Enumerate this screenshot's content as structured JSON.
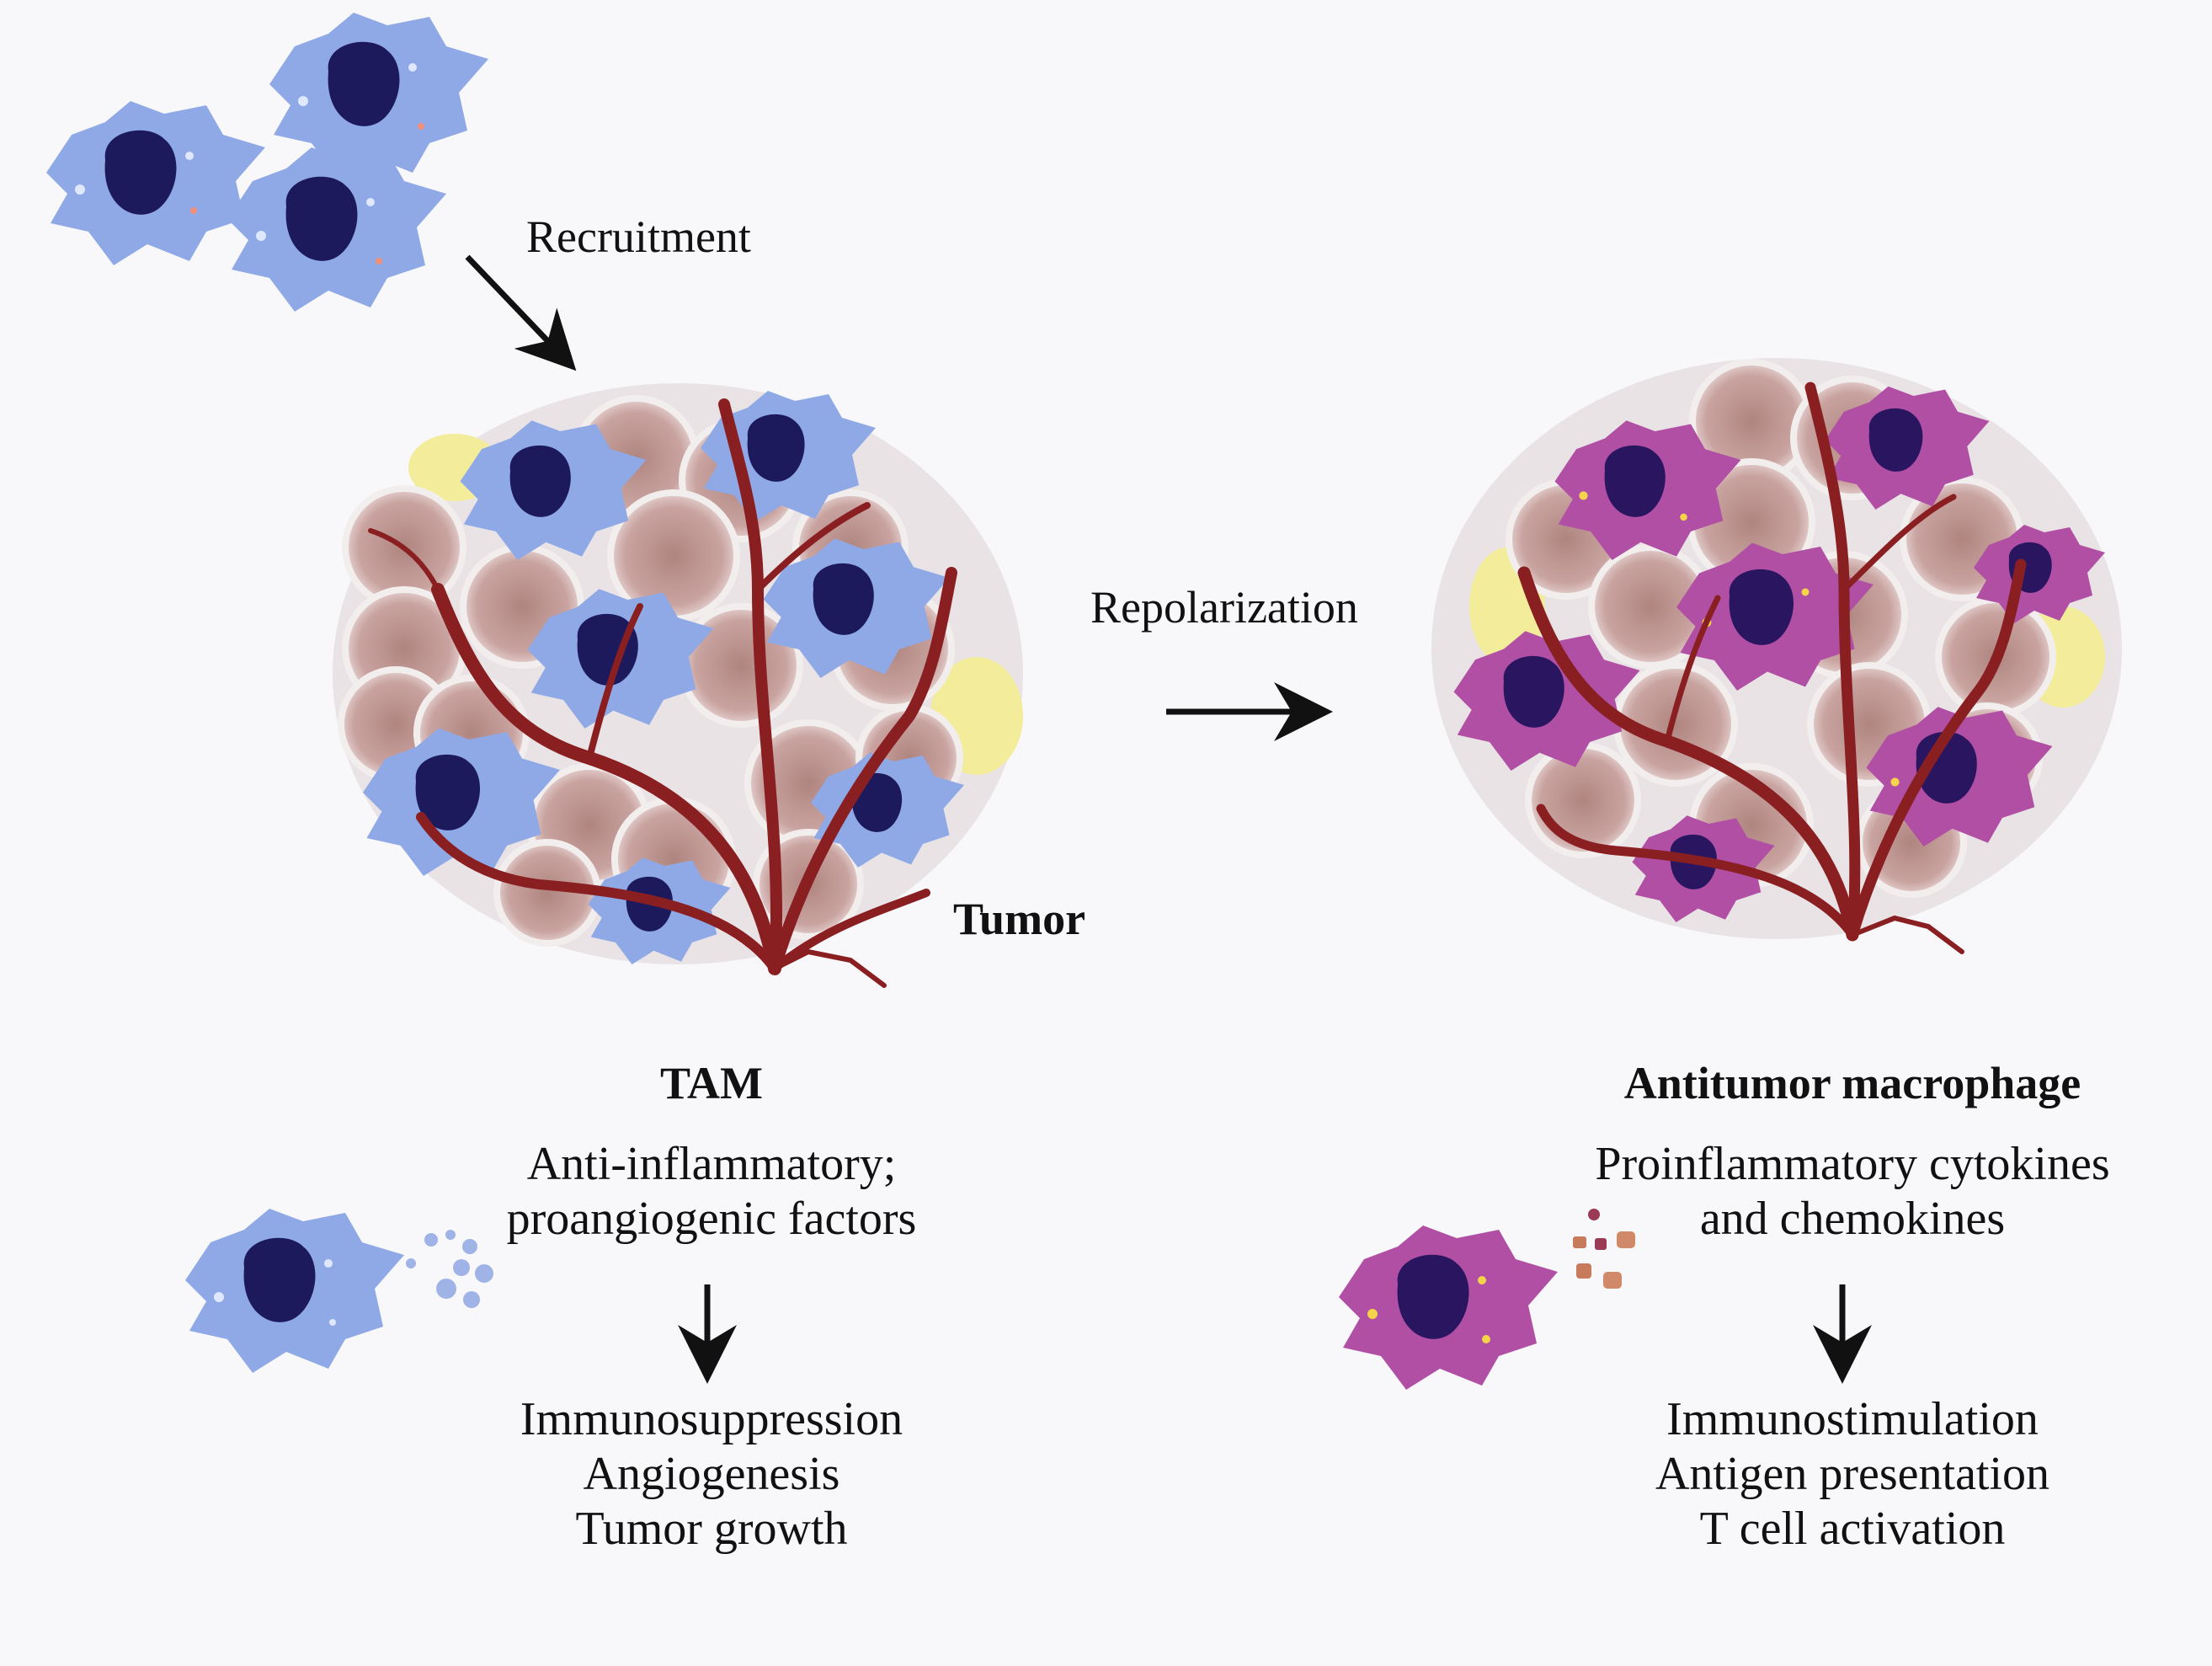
{
  "labels": {
    "recruitment": "Recruitment",
    "repolarization": "Repolarization",
    "tumor": "Tumor"
  },
  "tam": {
    "title": "TAM",
    "factors": [
      "Anti-inflammatory;",
      "proangiogenic factors"
    ],
    "effects": [
      "Immunosuppression",
      "Angiogenesis",
      "Tumor growth"
    ]
  },
  "antitumor": {
    "title": "Antitumor macrophage",
    "factors": [
      "Proinflammatory cytokines",
      "and chemokines"
    ],
    "effects": [
      "Immunostimulation",
      "Antigen presentation",
      "T cell activation"
    ]
  },
  "colors": {
    "tam_cell": "#8fa9e6",
    "tam_nucleus": "#1c1a5c",
    "antitumor_cell": "#b04fa3",
    "antitumor_nucleus": "#2a1660",
    "tumor_cell": "#c9a3a0",
    "vessel": "#8a1f22",
    "adipocyte": "#f3ec9a"
  },
  "icons": {
    "arrow": "arrow-icon",
    "macrophage": "macrophage-icon",
    "tumor_cell": "tumor-cell-icon",
    "blood_vessel": "blood-vessel-icon"
  }
}
